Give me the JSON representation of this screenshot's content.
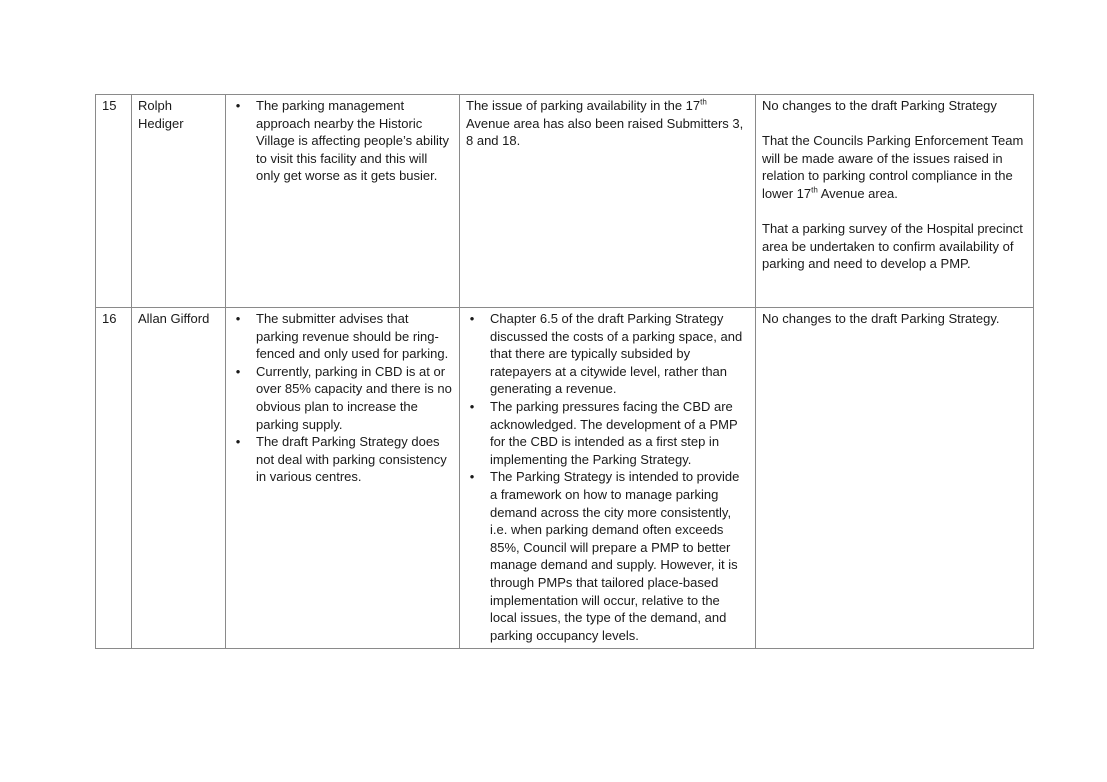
{
  "rows": [
    {
      "number": "15",
      "name": "Rolph Hediger",
      "submission": [
        "The parking management approach nearby the Historic Village is affecting people’s ability to visit this facility and this will only get worse as it gets busier."
      ],
      "response": {
        "before": "The issue of parking availability in the 17",
        "sup": "th",
        "after": " Avenue area has also been raised Submitters 3, 8 and 18."
      },
      "recommendation": {
        "p1": "No changes to the draft Parking Strategy",
        "p2_before": "That the Councils Parking Enforcement Team will be made aware of the issues raised in relation to parking control compliance in the lower 17",
        "p2_sup": "th",
        "p2_after": " Avenue area.",
        "p3": "That a parking survey of the Hospital precinct area be undertaken to confirm availability of parking and need to develop a PMP."
      }
    },
    {
      "number": "16",
      "name": "Allan Gifford",
      "submission": [
        "The submitter advises that parking revenue should be ring-fenced and only used for parking.",
        "Currently, parking in CBD is at or over 85% capacity and there is no obvious plan to increase the parking supply.",
        "The draft Parking Strategy does not deal with parking consistency in various centres."
      ],
      "response": [
        "Chapter 6.5 of the draft Parking Strategy discussed the costs of a parking space, and that there are typically subsided by ratepayers at a citywide level, rather than generating a revenue.",
        "The parking pressures facing the CBD are acknowledged. The development of a PMP for the CBD is intended as a first step in implementing the Parking Strategy.",
        "The Parking Strategy is intended to provide a framework on how to manage parking demand across the city more consistently, i.e. when parking demand often exceeds 85%, Council will prepare a PMP to better manage demand and supply. However, it is through PMPs that tailored place-based implementation will occur, relative to the local issues, the type of the demand, and parking occupancy levels."
      ],
      "recommendation": "No changes to the draft Parking Strategy."
    }
  ]
}
